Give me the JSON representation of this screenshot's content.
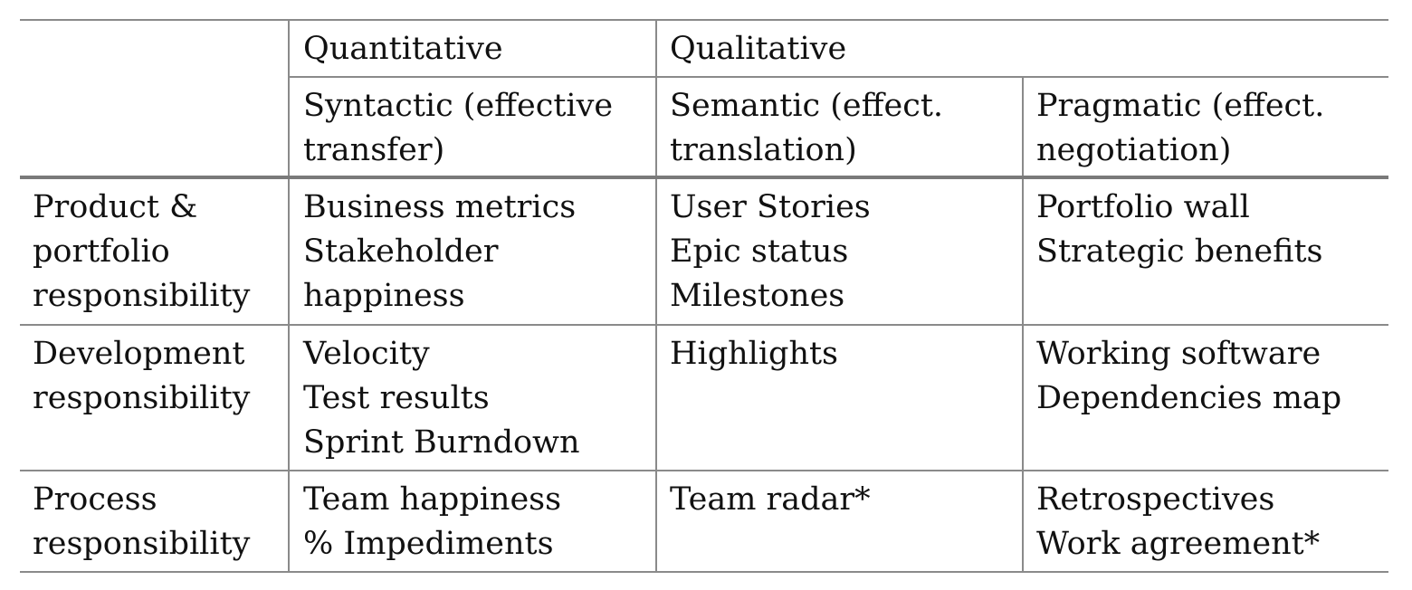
{
  "header": {
    "top": {
      "empty": "",
      "quantitative": "Quantitative",
      "qualitative": "Qualitative"
    },
    "sub": {
      "syntactic": [
        "Syntactic (effective",
        "transfer)"
      ],
      "semantic": [
        "Semantic (effect.",
        "translation)"
      ],
      "pragmatic": [
        "Pragmatic (effect.",
        "negotiation)"
      ]
    }
  },
  "rows": [
    {
      "label": [
        "Product &",
        "portfolio",
        "responsibility"
      ],
      "syntactic": [
        "Business metrics",
        "Stakeholder",
        "happiness"
      ],
      "semantic": [
        "User Stories",
        "Epic status",
        "Milestones"
      ],
      "pragmatic": [
        "Portfolio wall",
        "Strategic benefits"
      ]
    },
    {
      "label": [
        "Development",
        "responsibility"
      ],
      "syntactic": [
        "Velocity",
        "Test results",
        "Sprint Burndown"
      ],
      "semantic": [
        "Highlights"
      ],
      "pragmatic": [
        "Working software",
        "Dependencies map"
      ]
    },
    {
      "label": [
        "Process",
        "responsibility"
      ],
      "syntactic": [
        "Team happiness",
        "% Impediments"
      ],
      "semantic": [
        "Team radar*"
      ],
      "pragmatic": [
        "Retrospectives",
        "Work agreement*"
      ]
    }
  ]
}
